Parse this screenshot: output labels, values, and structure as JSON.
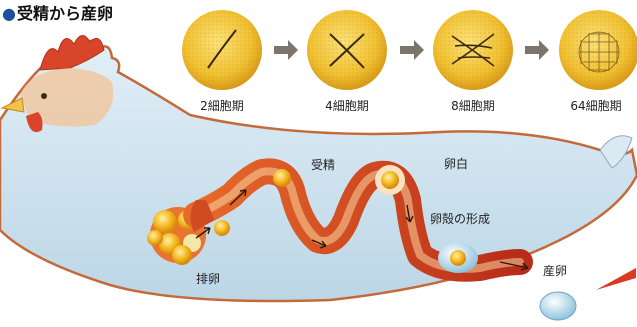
{
  "title": "受精から産卵",
  "stages": [
    {
      "label": "2細胞期"
    },
    {
      "label": "4細胞期"
    },
    {
      "label": "8細胞期"
    },
    {
      "label": "64細胞期"
    }
  ],
  "labels": {
    "fertilization": "受精",
    "albumen": "卵白",
    "shell_formation": "卵殻の形成",
    "ovulation": "排卵",
    "laying": "産卵"
  },
  "colors": {
    "title_dot": "#1e4fa0",
    "egg_yolk": "#f2c230",
    "hen_body": "#cfe3f0",
    "oviduct": "#c93a1e",
    "arrow": "#7d746c"
  }
}
